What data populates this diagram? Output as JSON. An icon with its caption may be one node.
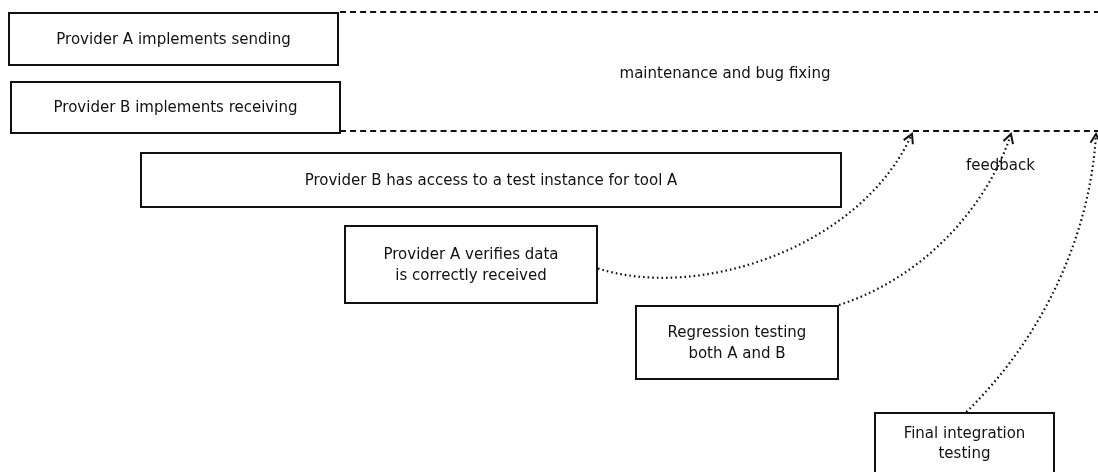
{
  "diagram": {
    "nodes": [
      {
        "text": [
          "Provider A implements sending"
        ]
      },
      {
        "text": [
          "Provider B implements receiving"
        ]
      },
      {
        "text": [
          "maintenance and bug fixing"
        ]
      },
      {
        "text": [
          "Provider B has access to a test instance for tool A"
        ]
      },
      {
        "text": [
          "Provider A verifies data is correctly received"
        ]
      },
      {
        "text": [
          "Regression testing both A and B"
        ]
      },
      {
        "text": [
          "Final integration testing"
        ]
      }
    ],
    "edges": [
      {
        "from": 4,
        "to": 2,
        "arrow": "to",
        "style": "dashed"
      },
      {
        "from": 5,
        "to": 2,
        "arrow": "to",
        "style": "dashed"
      },
      {
        "from": 6,
        "to": 2,
        "arrow": "to",
        "style": "dashed"
      }
    ],
    "labels": [
      "feedback"
    ]
  }
}
